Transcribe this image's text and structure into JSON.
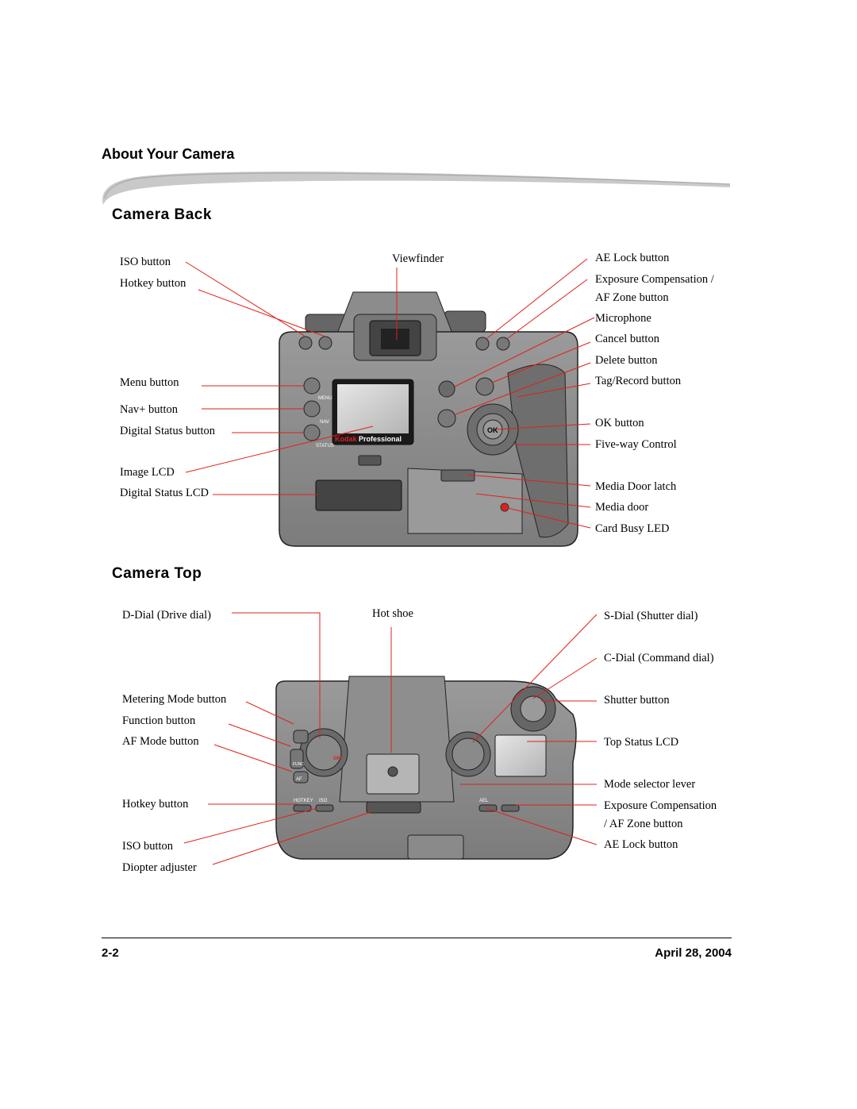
{
  "header": {
    "section": "About Your Camera"
  },
  "back": {
    "title": "Camera Back",
    "labels": {
      "iso_button": "ISO button",
      "hotkey_button": "Hotkey button",
      "menu_button": "Menu button",
      "nav_button": "Nav+ button",
      "digital_status_button": "Digital Status button",
      "image_lcd": "Image LCD",
      "digital_status_lcd": "Digital Status LCD",
      "viewfinder": "Viewfinder",
      "ae_lock_button": "AE Lock button",
      "exposure_comp_line1": "Exposure Compensation /",
      "exposure_comp_line2": "AF Zone button",
      "microphone": "Microphone",
      "cancel_button": "Cancel button",
      "delete_button": "Delete button",
      "tag_record_button": "Tag/Record button",
      "ok_button": "OK button",
      "five_way_control": "Five-way Control",
      "media_door_latch": "Media Door latch",
      "media_door": "Media door",
      "card_busy_led": "Card Busy LED"
    },
    "body_print": {
      "menu": "MENU",
      "nav": "NAV",
      "status": "STATUS",
      "brand_a": "Kodak",
      "brand_b": "Professional",
      "ok": "OK"
    }
  },
  "top": {
    "title": "Camera Top",
    "labels": {
      "d_dial": "D-Dial (Drive dial)",
      "hot_shoe": "Hot shoe",
      "s_dial": "S-Dial (Shutter dial)",
      "c_dial": "C-Dial (Command dial)",
      "metering_mode_button": "Metering Mode button",
      "function_button": "Function button",
      "af_mode_button": "AF Mode button",
      "shutter_button": "Shutter button",
      "top_status_lcd": "Top Status LCD",
      "mode_selector_lever": "Mode selector lever",
      "hotkey_button": "Hotkey button",
      "exposure_comp_line1": "Exposure Compensation",
      "exposure_comp_line2": "/ AF Zone button",
      "iso_button": "ISO button",
      "ae_lock_button": "AE Lock button",
      "diopter_adjuster": "Diopter adjuster"
    },
    "body_print": {
      "hotkey": "HOTKEY",
      "iso": "ISO",
      "af": "AF",
      "func": "FUNC",
      "off": "OFF",
      "ael": "AEL"
    }
  },
  "footer": {
    "page_number": "2-2",
    "date": "April 28, 2004"
  },
  "colors": {
    "callout_line": "#e0201c",
    "camera_body": "#8a8a8a",
    "camera_dark": "#555555"
  }
}
